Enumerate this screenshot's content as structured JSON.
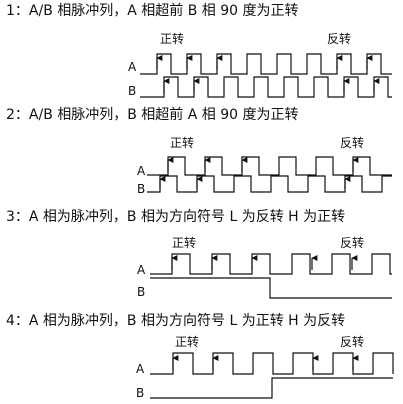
{
  "sections": [
    {
      "title": "1：A/B 相脉冲列，A 相超前 B 相 90 度为正转",
      "forward": "正转",
      "reverse": "反转",
      "ch_a": "A",
      "ch_b": "B"
    },
    {
      "title": "2：A/B 相脉冲列，B 相超前 A 相 90 度为正转",
      "forward": "正转",
      "reverse": "反转",
      "ch_a": "A",
      "ch_b": "B"
    },
    {
      "title": "3：A 相为脉冲列，B 相为方向符号 L 为反转 H 为正转",
      "forward": "正转",
      "reverse": "反转",
      "ch_a": "A",
      "ch_b": "B"
    },
    {
      "title": "4：A 相为脉冲列，B 相为方向符号 L 为正转 H 为反转",
      "forward": "正转",
      "reverse": "反转",
      "ch_a": "A",
      "ch_b": "B"
    }
  ]
}
